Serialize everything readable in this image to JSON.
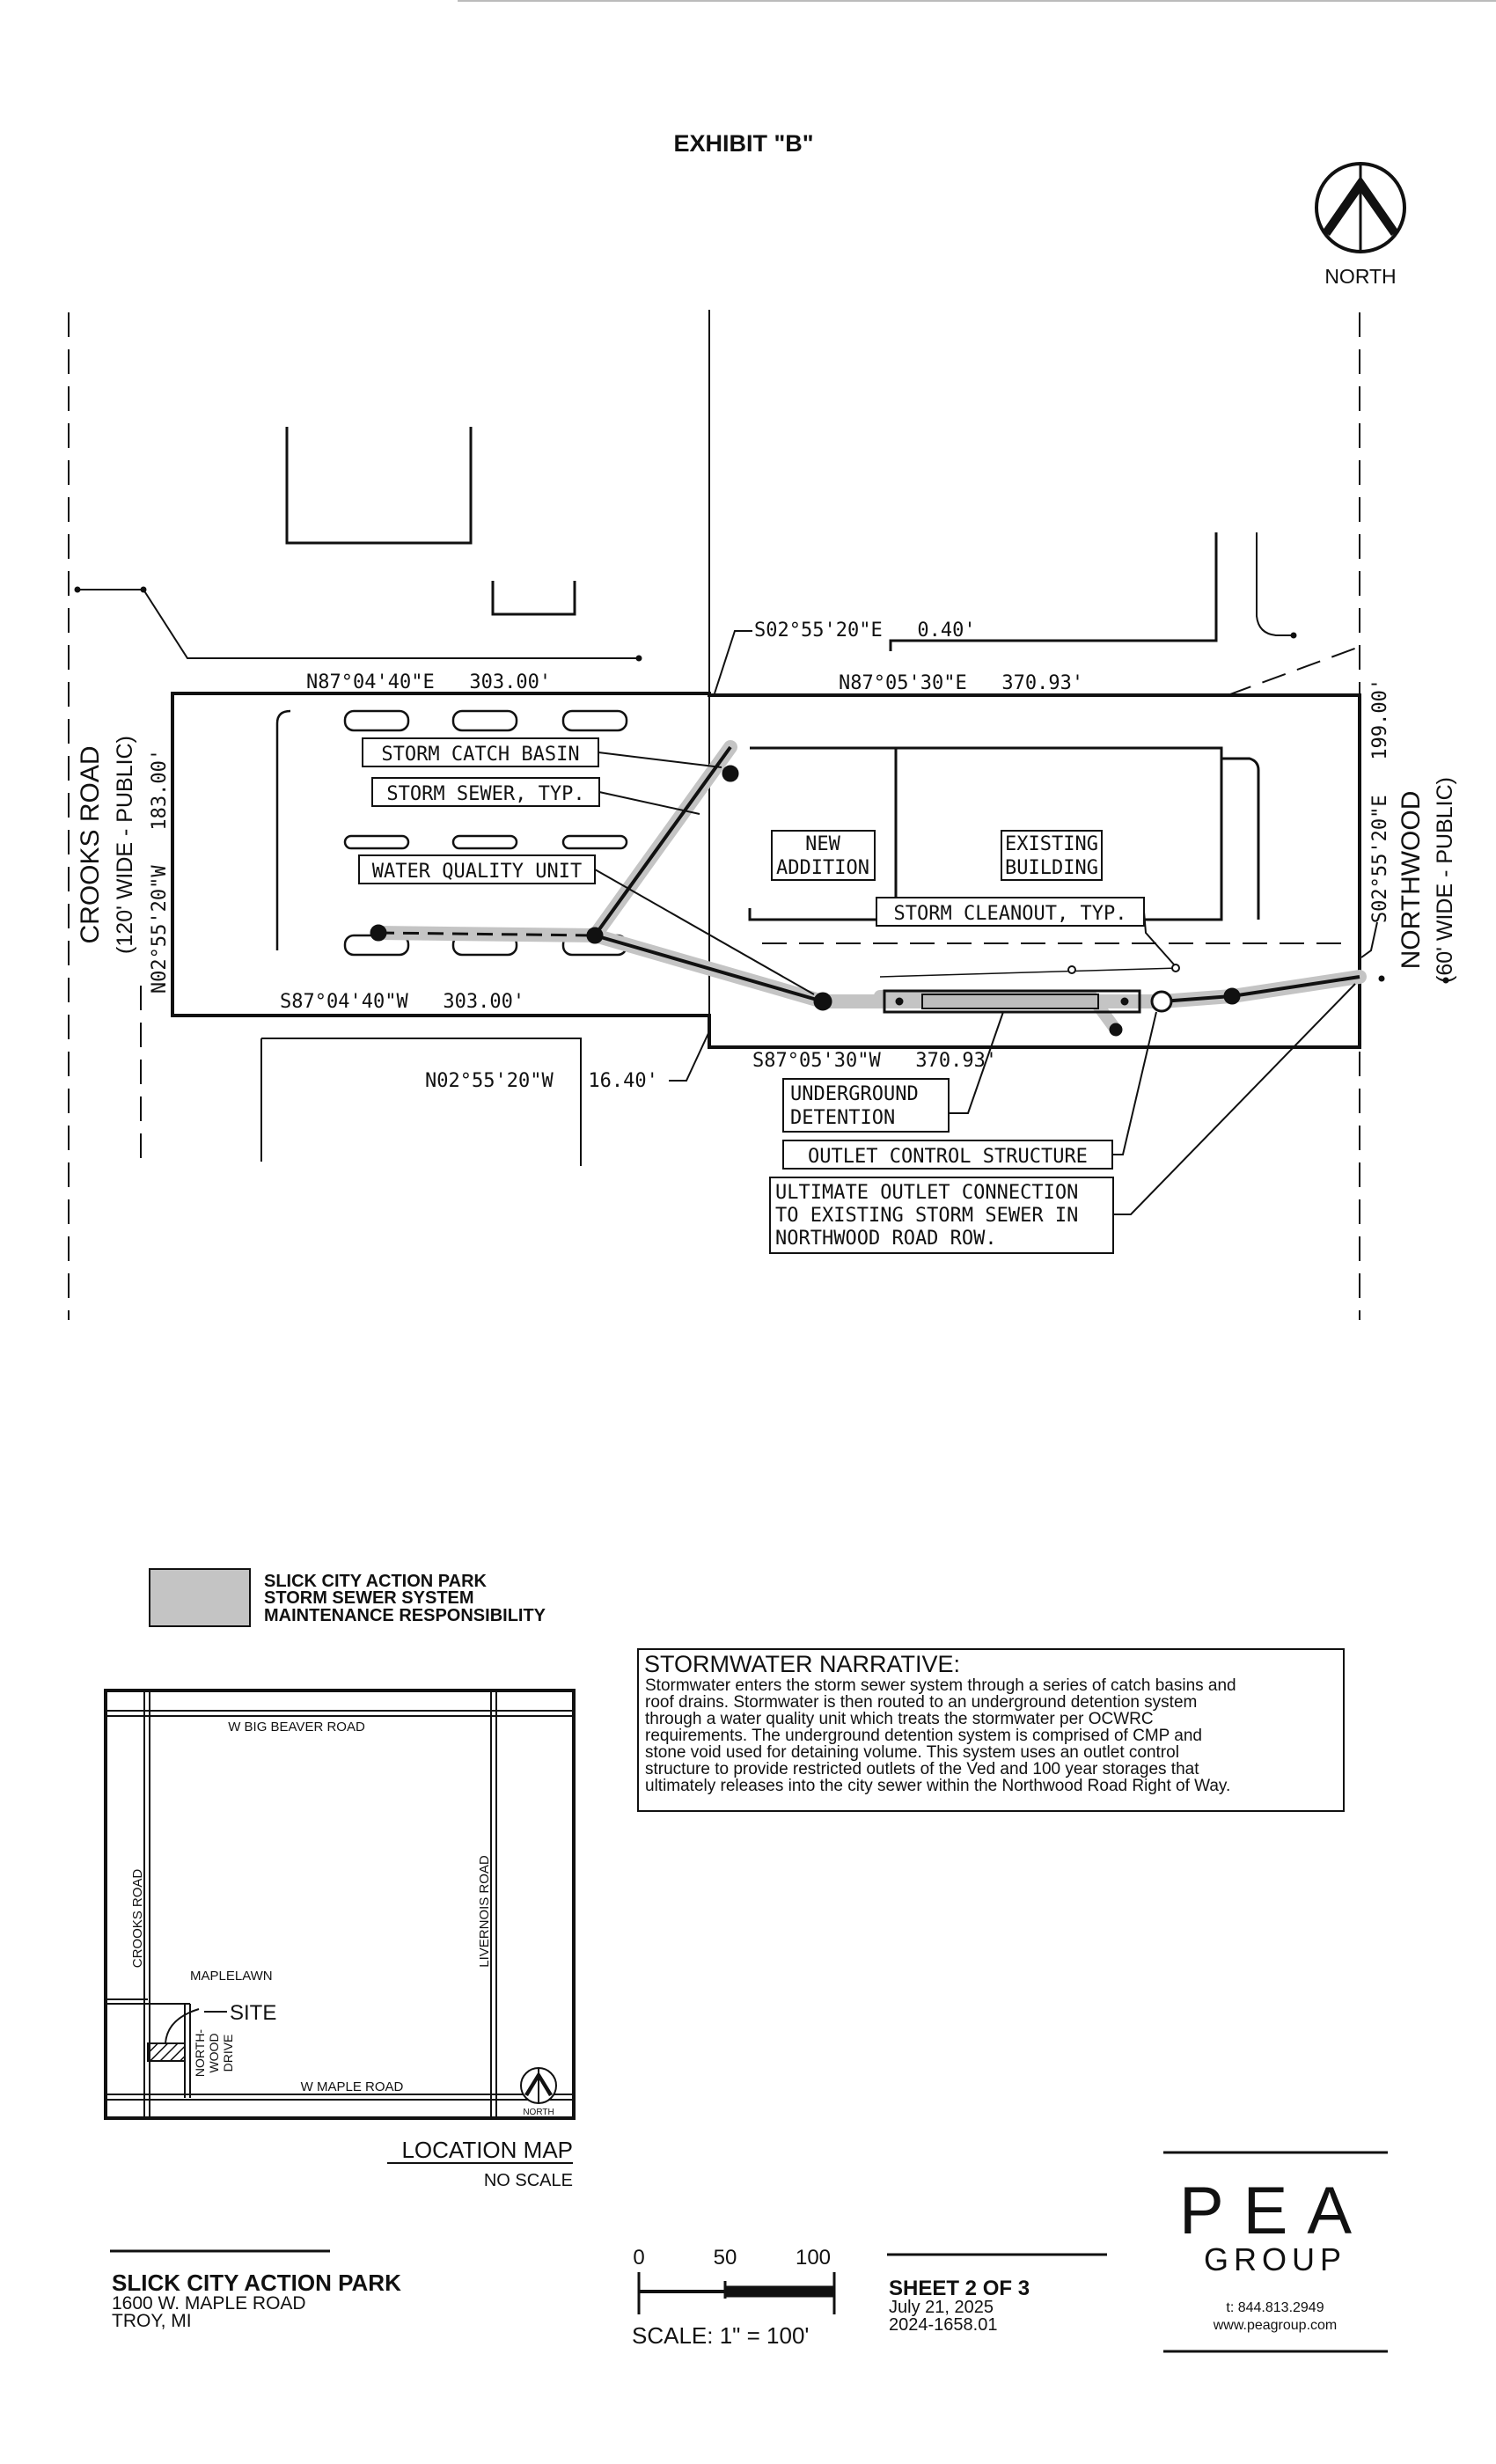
{
  "header": {
    "title": "EXHIBIT \"B\"",
    "north_label": "NORTH"
  },
  "plan": {
    "roads": {
      "west_name": "CROOKS ROAD",
      "west_width": "(120' WIDE - PUBLIC)",
      "east_name": "NORTHWOOD",
      "east_width": "(60' WIDE - PUBLIC)"
    },
    "bearings": {
      "north_west": "N87°04'40\"E   303.00'",
      "north_east": "N87°05'30\"E   370.93'",
      "jog_north": "S02°55'20\"E   0.40'",
      "west_side": "N02°55'20\"W   183.00'",
      "east_side": "S02°55'20\"E   199.00'",
      "south_west": "S87°04'40\"W   303.00'",
      "south_east": "S87°05'30\"W   370.93'",
      "jog_south": "N02°55'20\"W   16.40'"
    },
    "buildings": {
      "new_addition": [
        "NEW",
        "ADDITION"
      ],
      "existing": [
        "EXISTING",
        "BUILDING"
      ]
    },
    "callouts": {
      "storm_catch_basin": "STORM CATCH BASIN",
      "storm_sewer": "STORM SEWER, TYP.",
      "water_quality": "WATER QUALITY UNIT",
      "storm_cleanout": "STORM CLEANOUT, TYP.",
      "underground_detention": [
        "UNDERGROUND",
        "DETENTION"
      ],
      "outlet_control": "OUTLET CONTROL STRUCTURE",
      "ultimate_outlet": [
        "ULTIMATE OUTLET CONNECTION",
        "TO EXISTING STORM SEWER IN",
        "NORTHWOOD ROAD ROW."
      ]
    }
  },
  "legend": {
    "lines": [
      "SLICK CITY ACTION PARK",
      "STORM SEWER SYSTEM",
      "MAINTENANCE RESPONSIBILITY"
    ],
    "swatch_color": "#c4c4c4"
  },
  "narrative": {
    "heading": "STORMWATER NARRATIVE:",
    "lines": [
      "Stormwater enters the storm sewer system through a series of catch basins and",
      "roof drains. Stormwater is then routed to an underground detention system",
      "through a water quality unit which treats the stormwater per OCWRC",
      "requirements. The underground detention system is comprised of CMP and",
      "stone void used for detaining volume. This system uses an outlet control",
      "structure to provide restricted outlets of the Ved and 100 year storages that",
      "ultimately releases into the city sewer within the Northwood Road Right of Way."
    ]
  },
  "location_map": {
    "big_beaver": "W BIG BEAVER ROAD",
    "crooks": "CROOKS ROAD",
    "livernois": "LIVERNOIS ROAD",
    "maplelawn": "MAPLELAWN",
    "site": "SITE",
    "northwood": [
      "NORTH-",
      "WOOD",
      "DRIVE"
    ],
    "maple": "W MAPLE ROAD",
    "north": "NORTH",
    "title": "LOCATION MAP",
    "scale_note": "NO SCALE"
  },
  "title_block": {
    "project": "SLICK CITY ACTION PARK",
    "address": "1600 W. MAPLE ROAD",
    "city": "TROY, MI",
    "scale_ticks": [
      "0",
      "50",
      "100"
    ],
    "scale_text": "SCALE: 1\" = 100'",
    "sheet": "SHEET 2 OF 3",
    "date": "July 21, 2025",
    "job": "2024-1658.01",
    "logo_word": "PEA",
    "logo_group": "GROUP",
    "phone": "t: 844.813.2949",
    "web": "www.peagroup.com"
  }
}
